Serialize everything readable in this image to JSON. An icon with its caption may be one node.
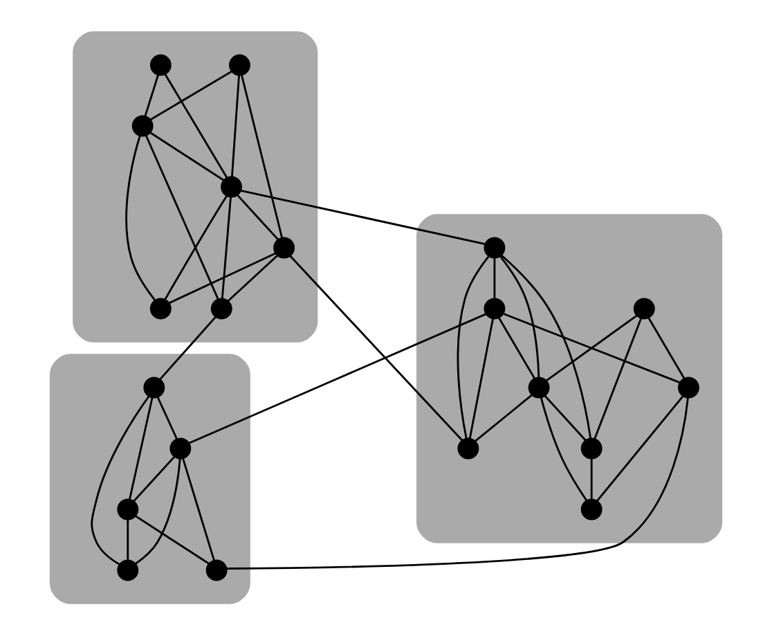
{
  "diagram": {
    "nodes": [
      {
        "text": [],
        "shape": "blob"
      },
      {
        "text": [],
        "shape": "circle",
        "in": 0
      },
      {
        "text": [],
        "shape": "circle",
        "in": 0
      },
      {
        "text": [],
        "shape": "circle",
        "in": 0
      },
      {
        "text": [],
        "shape": "circle",
        "in": 0
      },
      {
        "text": [],
        "shape": "circle",
        "in": 0
      },
      {
        "text": [],
        "shape": "circle",
        "in": 0
      },
      {
        "text": [],
        "shape": "circle",
        "in": 0
      },
      {
        "text": [],
        "shape": "blob"
      },
      {
        "text": [],
        "shape": "circle",
        "in": 8
      },
      {
        "text": [],
        "shape": "circle",
        "in": 8
      },
      {
        "text": [],
        "shape": "circle",
        "in": 8
      },
      {
        "text": [],
        "shape": "circle",
        "in": 8
      },
      {
        "text": [],
        "shape": "circle",
        "in": 8
      },
      {
        "text": [],
        "shape": "circle",
        "in": 8
      },
      {
        "text": [],
        "shape": "circle",
        "in": 8
      },
      {
        "text": [],
        "shape": "circle",
        "in": 8
      },
      {
        "text": [],
        "shape": "blob"
      },
      {
        "text": [],
        "shape": "circle",
        "in": 17
      },
      {
        "text": [],
        "shape": "circle",
        "in": 17
      },
      {
        "text": [],
        "shape": "circle",
        "in": 17
      },
      {
        "text": [],
        "shape": "circle",
        "in": 17
      },
      {
        "text": [],
        "shape": "circle",
        "in": 17
      }
    ],
    "edges": [
      {
        "from": 1,
        "to": 4,
        "arrow": "none"
      },
      {
        "from": 1,
        "to": 3,
        "arrow": "none"
      },
      {
        "from": 2,
        "to": 3,
        "arrow": "none"
      },
      {
        "from": 2,
        "to": 4,
        "arrow": "none"
      },
      {
        "from": 2,
        "to": 5,
        "arrow": "none"
      },
      {
        "from": 3,
        "to": 4,
        "arrow": "none"
      },
      {
        "from": 3,
        "to": 7,
        "arrow": "none"
      },
      {
        "from": 3,
        "to": 6,
        "arrow": "none"
      },
      {
        "from": 4,
        "to": 5,
        "arrow": "none"
      },
      {
        "from": 4,
        "to": 6,
        "arrow": "none"
      },
      {
        "from": 4,
        "to": 7,
        "arrow": "none"
      },
      {
        "from": 5,
        "to": 6,
        "arrow": "none"
      },
      {
        "from": 5,
        "to": 7,
        "arrow": "none"
      },
      {
        "from": 4,
        "to": 9,
        "arrow": "none"
      },
      {
        "from": 5,
        "to": 13,
        "arrow": "none"
      },
      {
        "from": 6,
        "to": 18,
        "arrow": "none"
      },
      {
        "from": 9,
        "to": 10,
        "arrow": "none"
      },
      {
        "from": 9,
        "to": 12,
        "arrow": "none"
      },
      {
        "from": 9,
        "to": 13,
        "arrow": "none"
      },
      {
        "from": 9,
        "to": 14,
        "arrow": "none"
      },
      {
        "from": 10,
        "to": 12,
        "arrow": "none"
      },
      {
        "from": 10,
        "to": 13,
        "arrow": "none"
      },
      {
        "from": 10,
        "to": 15,
        "arrow": "none"
      },
      {
        "from": 11,
        "to": 12,
        "arrow": "none"
      },
      {
        "from": 11,
        "to": 14,
        "arrow": "none"
      },
      {
        "from": 11,
        "to": 15,
        "arrow": "none"
      },
      {
        "from": 12,
        "to": 13,
        "arrow": "none"
      },
      {
        "from": 12,
        "to": 14,
        "arrow": "none"
      },
      {
        "from": 12,
        "to": 16,
        "arrow": "none"
      },
      {
        "from": 14,
        "to": 16,
        "arrow": "none"
      },
      {
        "from": 15,
        "to": 16,
        "arrow": "none"
      },
      {
        "from": 10,
        "to": 19,
        "arrow": "none"
      },
      {
        "from": 15,
        "to": 21,
        "arrow": "none"
      },
      {
        "from": 18,
        "to": 19,
        "arrow": "none"
      },
      {
        "from": 18,
        "to": 20,
        "arrow": "none"
      },
      {
        "from": 18,
        "to": 22,
        "arrow": "none"
      },
      {
        "from": 19,
        "to": 20,
        "arrow": "none"
      },
      {
        "from": 19,
        "to": 22,
        "arrow": "none"
      },
      {
        "from": 19,
        "to": 21,
        "arrow": "none"
      },
      {
        "from": 20,
        "to": 21,
        "arrow": "none"
      },
      {
        "from": 20,
        "to": 22,
        "arrow": "none"
      }
    ]
  }
}
